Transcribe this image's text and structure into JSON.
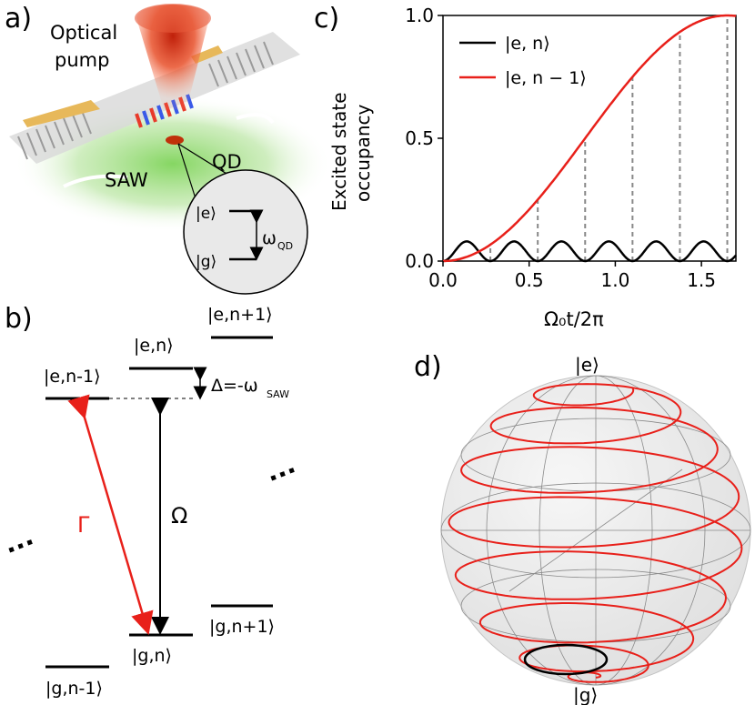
{
  "panels": {
    "a": {
      "label": "a)",
      "pump_label_line1": "Optical",
      "pump_label_line2": "pump",
      "saw_label": "SAW",
      "qd_label": "QD",
      "inset_e": "|e⟩",
      "inset_g": "|g⟩",
      "inset_omega": "ω",
      "inset_omega_sub": "QD"
    },
    "b": {
      "label": "b)",
      "levels": {
        "e_n_minus_1": "|e,n-1⟩",
        "e_n": "|e,n⟩",
        "e_n_plus_1": "|e,n+1⟩",
        "g_n_minus_1": "|g,n-1⟩",
        "g_n": "|g,n⟩",
        "g_n_plus_1": "|g,n+1⟩"
      },
      "detuning": "Δ=-ω",
      "detuning_sub": "SAW",
      "omega_label": "Ω",
      "gamma_label": "Γ",
      "ellipsis": "···",
      "colors": {
        "gamma": "#e8201a",
        "arrow": "#000000"
      }
    },
    "c": {
      "label": "c)"
    },
    "d": {
      "label": "d)",
      "top_label": "|e⟩",
      "bottom_label": "|g⟩",
      "colors": {
        "trajectory": "#e8201a",
        "ground_orbit": "#000000"
      }
    }
  },
  "chart_data": {
    "type": "line",
    "ylabel_line1": "Excited state",
    "ylabel_line2": "occupancy",
    "xlabel": "Ω₀t/2π",
    "xlim": [
      0.0,
      1.7
    ],
    "ylim": [
      0.0,
      1.0
    ],
    "xticks": [
      "0.0",
      "0.5",
      "1.0",
      "1.5"
    ],
    "xtick_values": [
      0.0,
      0.5,
      1.0,
      1.5
    ],
    "yticks": [
      "0.0",
      "0.5",
      "1.0"
    ],
    "ytick_values": [
      0.0,
      0.5,
      1.0
    ],
    "legend_position": "top-left",
    "series": [
      {
        "name": "|e, n⟩",
        "color": "#000000",
        "description_values": "oscillation peak 0.08, period 0.275",
        "peak": 0.08,
        "period": 0.275
      },
      {
        "name": "|e, n − 1⟩",
        "color": "#e8201a",
        "x": [
          0.0,
          0.1,
          0.2,
          0.3,
          0.4,
          0.5,
          0.6,
          0.7,
          0.8,
          0.9,
          1.0,
          1.1,
          1.2,
          1.3,
          1.4,
          1.5,
          1.6,
          1.7
        ],
        "values": [
          0.0,
          0.01,
          0.04,
          0.09,
          0.15,
          0.22,
          0.3,
          0.38,
          0.46,
          0.55,
          0.63,
          0.71,
          0.79,
          0.86,
          0.92,
          0.96,
          0.99,
          1.0
        ]
      }
    ],
    "dashed_markers_x": [
      0.275,
      0.55,
      0.825,
      1.1,
      1.375,
      1.65
    ]
  }
}
